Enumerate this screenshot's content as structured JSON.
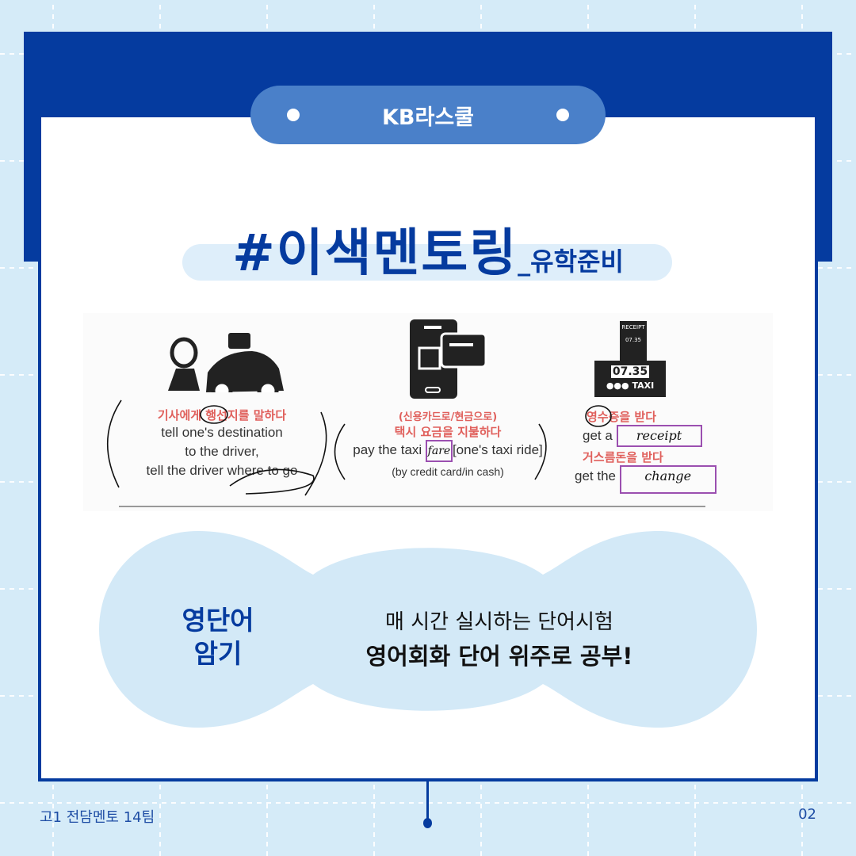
{
  "header": {
    "badge": "KB라스쿨"
  },
  "title": {
    "main": "#이색멘토링",
    "sub": "_유학준비"
  },
  "vocab": [
    {
      "icon": "driver-taxi-icon",
      "korean": "기사에게 행선지를 말하다",
      "english": [
        "tell one's destination",
        "to the driver,",
        "tell the driver where to go"
      ]
    },
    {
      "icon": "phone-card-payment-icon",
      "korean_note": "(신용카드로/현금으로)",
      "korean": "택시 요금을 지불하다",
      "english_prefix": "pay the taxi",
      "handwritten": "fare",
      "english_suffix": "[one's taxi ride]",
      "note": "(by credit card/in cash)"
    },
    {
      "icon": "taxi-meter-receipt-icon",
      "receipt_label": "RECEIPT",
      "receipt_amount": "07.35",
      "meter": "07.35",
      "meter_label": "TAXI",
      "korean": "영수증을 받다",
      "english_prefix": "get a",
      "handwritten": "receipt",
      "korean2": "거스름돈을 받다",
      "english2_prefix": "get the",
      "handwritten2": "change"
    }
  ],
  "highlight": {
    "label_line1": "영단어",
    "label_line2": "암기",
    "line1": "매 시간 실시하는 단어시험",
    "line2": "영어회화 단어 위주로 공부!"
  },
  "footer": {
    "team": "고1 전담멘토 14팀",
    "page": "02"
  },
  "colors": {
    "navy": "#053b9f",
    "pill": "#4a80c9",
    "background": "#d5ebf8",
    "cloud": "#d3e9f7",
    "korean_red": "#e0605c",
    "box": "#9b4fb0"
  }
}
